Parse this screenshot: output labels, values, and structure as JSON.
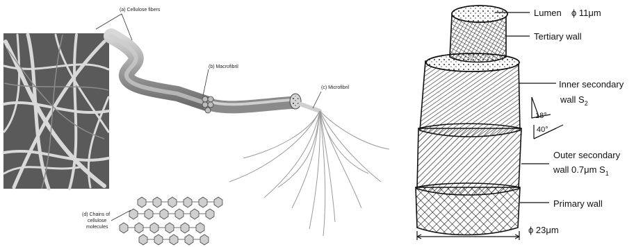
{
  "left_figure": {
    "labels": {
      "a": "(a) Cellulose fibers",
      "b": "(b) Macrofibril",
      "c": "(c) Microfibril",
      "d_line1": "(d) Chains of",
      "d_line2": "cellulose",
      "d_line3": "molecules"
    }
  },
  "right_figure": {
    "labels": {
      "lumen": "Lumen",
      "lumen_size": "ϕ 11μm",
      "tertiary": "Tertiary wall",
      "inner_line1": "Inner secondary",
      "inner_line2": "wall S",
      "inner_sub": "2",
      "angle_18": "18°",
      "angle_40": "40°",
      "outer_line1": "Outer secondary",
      "outer_line2": "wall 0.7μm S",
      "outer_sub": "1",
      "primary": "Primary wall",
      "diameter": "ϕ 23μm"
    }
  },
  "colors": {
    "ink": "#111111",
    "fiber_gray": "#9a9a9a",
    "sem_bg": "#5a5a5a"
  }
}
